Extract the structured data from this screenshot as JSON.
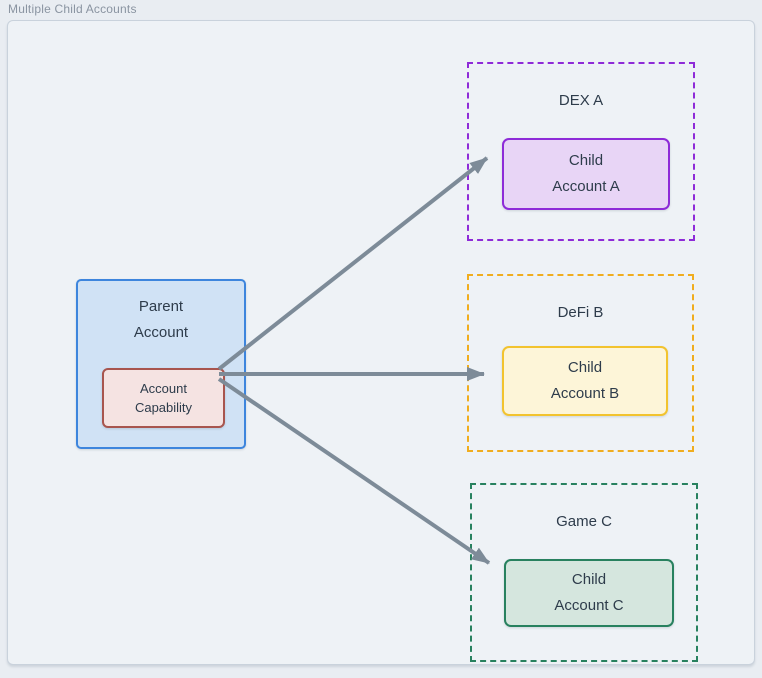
{
  "title": "Multiple Child Accounts",
  "parent": {
    "label": "Parent\nAccount",
    "capability_label": "Account\nCapability"
  },
  "groups": [
    {
      "label": "DEX A",
      "child_label": "Child\nAccount A"
    },
    {
      "label": "DeFi B",
      "child_label": "Child\nAccount B"
    },
    {
      "label": "Game C",
      "child_label": "Child\nAccount C"
    }
  ],
  "colors": {
    "page-bg": "#e9edf2",
    "panel-bg": "#eef2f6",
    "panel-border": "#c9d2dc",
    "title-text": "#8a94a1",
    "node-text": "#2e3c4b",
    "parent-fill": "#d0e2f5",
    "parent-border": "#3d85dd",
    "capability-fill": "#f5e3e2",
    "capability-border": "#a8554e",
    "dex-accent": "#8e2bd8",
    "dex-fill": "#e8d5f6",
    "defi-accent": "#f0ad1e",
    "defi-child-border": "#f2c32e",
    "defi-fill": "#fdf5d8",
    "game-accent": "#28815f",
    "game-fill": "#d5e6de",
    "arrow-color": "#7d8b98"
  }
}
